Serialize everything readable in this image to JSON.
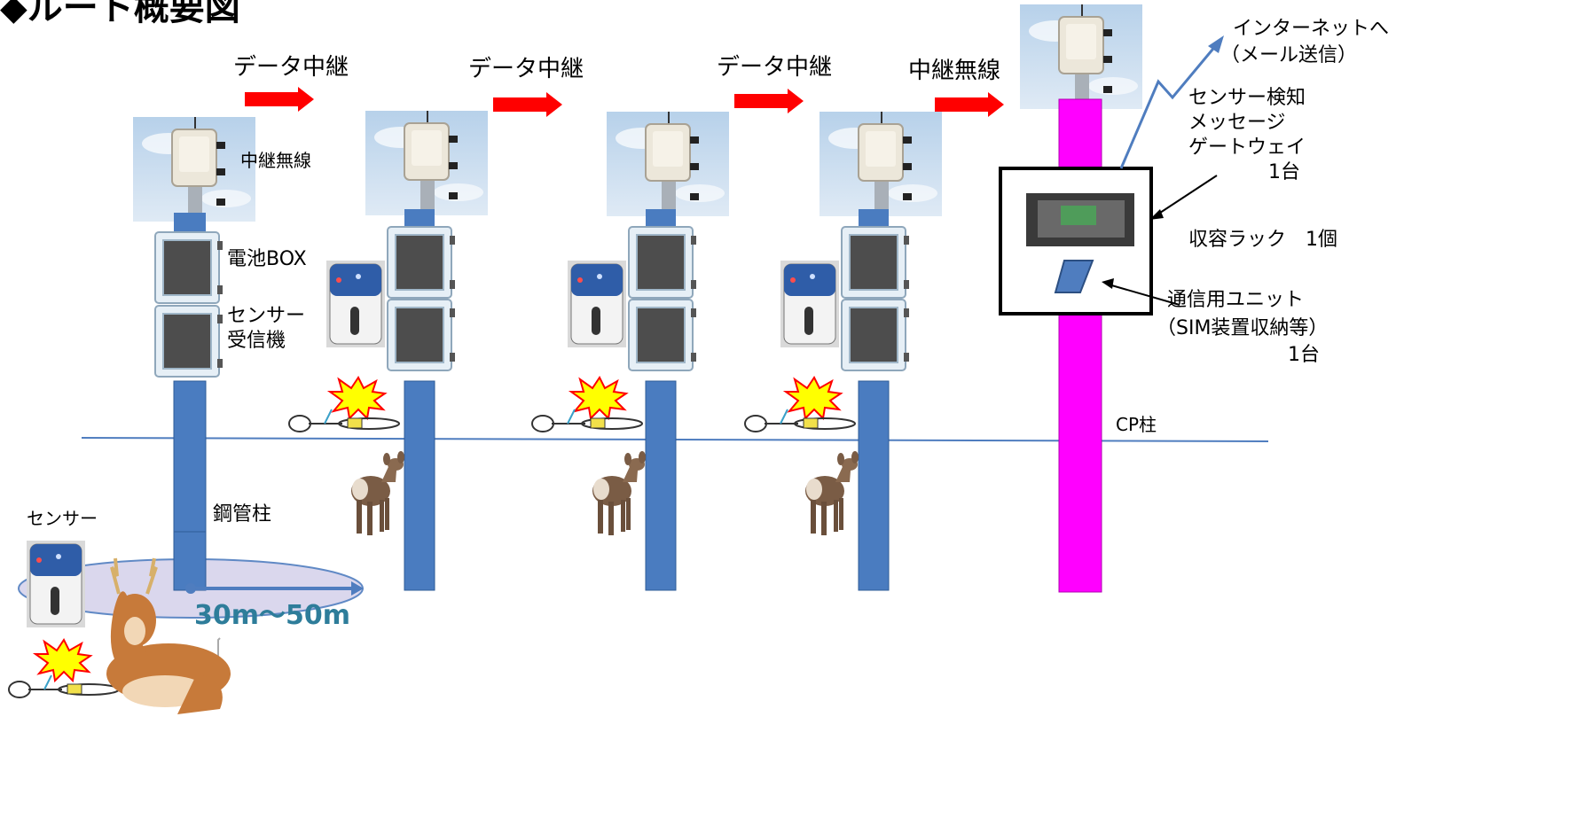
{
  "title": "◆ルート概要図",
  "arrows": {
    "a1": "データ中継",
    "a2": "データ中継",
    "a3": "データ中継",
    "a4": "中継無線"
  },
  "pole1": {
    "radio": "中継無線",
    "battery": "電池BOX",
    "receiver_l1": "センサー",
    "receiver_l2": "受信機",
    "pole": "鋼管柱"
  },
  "sensor_label": "センサー",
  "distance": "30m～50m",
  "gateway": {
    "internet_l1": "インターネットへ",
    "internet_l2": "（メール送信）",
    "gw_l1": "センサー検知",
    "gw_l2": "メッセージ",
    "gw_l3": "ゲートウェイ",
    "gw_l4": "1台",
    "rack": "収容ラック　1個",
    "unit_l1": "通信用ユニット",
    "unit_l2": "（SIM装置収納等）",
    "unit_l3": "1台",
    "cp_pole": "CP柱"
  },
  "colors": {
    "steel_pole": "#4a7cc0",
    "cp_pole": "#ff00ff",
    "arrow": "#ff0000",
    "ground": "#4f7dbf",
    "distance_text": "#2e7d9a"
  }
}
